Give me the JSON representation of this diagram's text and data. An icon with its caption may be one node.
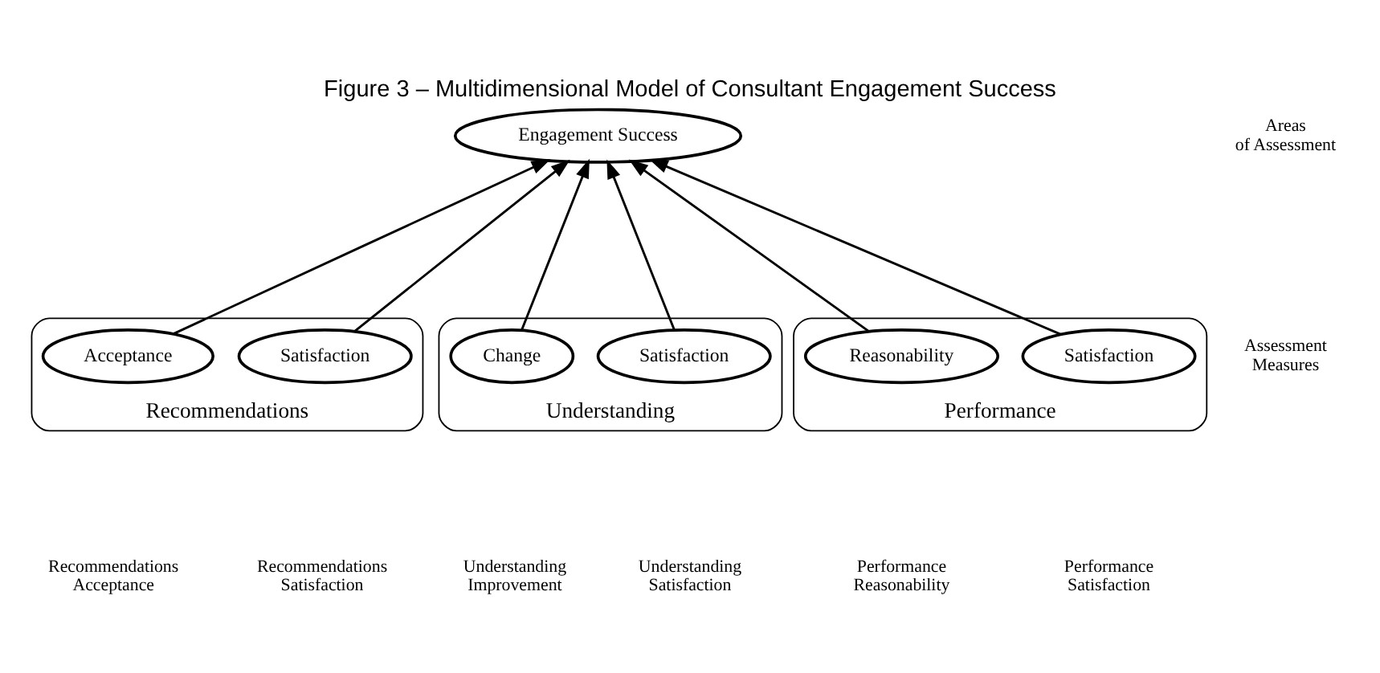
{
  "diagram": {
    "title": "Figure 3 – Multidimensional Model of Consultant Engagement Success",
    "nodes": [
      {
        "text": [
          "Engagement Success"
        ]
      },
      {
        "text": [
          "Recommendations"
        ]
      },
      {
        "text": [
          "Acceptance"
        ],
        "in": 1
      },
      {
        "text": [
          "Satisfaction"
        ],
        "in": 1
      },
      {
        "text": [
          "Understanding"
        ]
      },
      {
        "text": [
          "Change"
        ],
        "in": 4
      },
      {
        "text": [
          "Satisfaction"
        ],
        "in": 4
      },
      {
        "text": [
          "Performance"
        ]
      },
      {
        "text": [
          "Reasonability"
        ],
        "in": 7
      },
      {
        "text": [
          "Satisfaction"
        ],
        "in": 7
      }
    ],
    "edges": [
      {
        "from": 2,
        "to": 0,
        "arrow": "to"
      },
      {
        "from": 3,
        "to": 0,
        "arrow": "to"
      },
      {
        "from": 5,
        "to": 0,
        "arrow": "to"
      },
      {
        "from": 6,
        "to": 0,
        "arrow": "to"
      },
      {
        "from": 8,
        "to": 0,
        "arrow": "to"
      },
      {
        "from": 9,
        "to": 0,
        "arrow": "to"
      }
    ],
    "labels": [
      "Recommendations Acceptance",
      "Recommendations Satisfaction",
      "Understanding Improvement",
      "Understanding Satisfaction",
      "Performance Reasonability",
      "Performance Satisfaction",
      "Areas of Assessment",
      "Assessment Measures"
    ]
  }
}
